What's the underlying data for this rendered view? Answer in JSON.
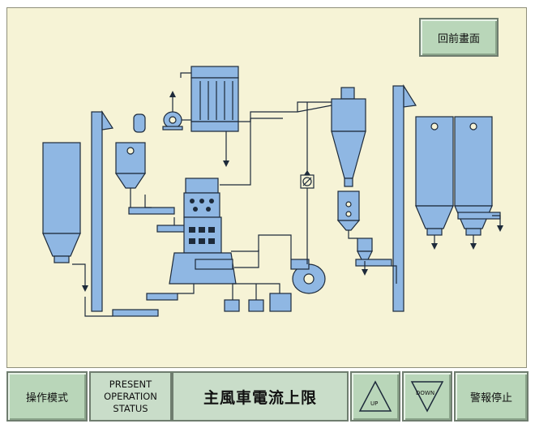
{
  "header": {
    "back_button": "回前畫面"
  },
  "footer": {
    "mode_button": "操作模式",
    "status_title_lines": [
      "PRESENT",
      "OPERATION",
      "STATUS"
    ],
    "status_value": "主風車電流上限",
    "up_button": "UP",
    "down_button": "DOWN",
    "alarm_stop_button": "警報停止"
  },
  "colors": {
    "equipment_fill": "#8fb7e3",
    "equipment_stroke": "#1d2a3a",
    "panel_bg": "#f6f3d6",
    "button_bg": "#b9d6b9",
    "status_bg": "#c9ddc9"
  }
}
